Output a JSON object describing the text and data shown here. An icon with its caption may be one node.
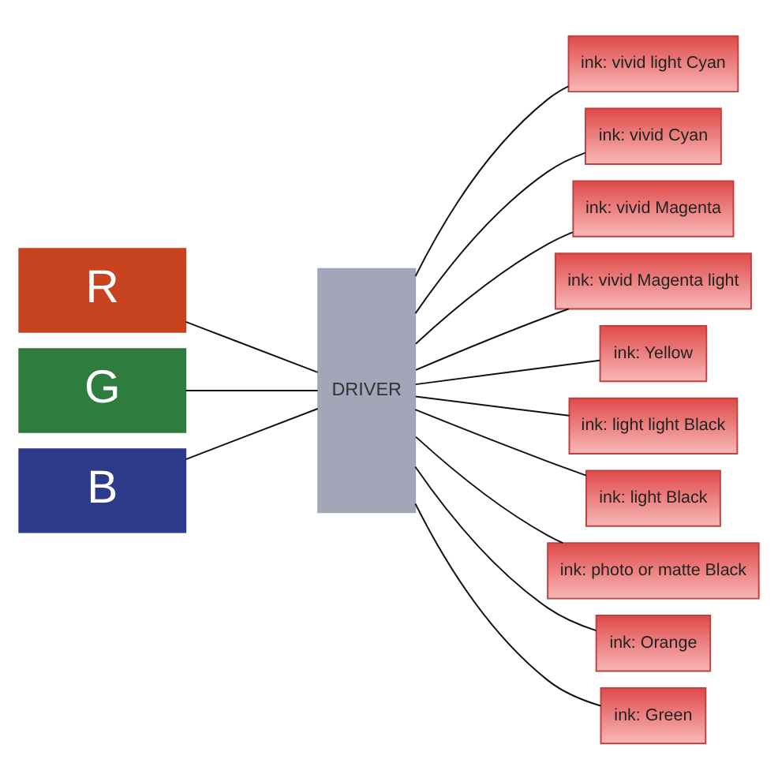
{
  "diagram": {
    "nodes": [
      {
        "text": [
          "R"
        ]
      },
      {
        "text": [
          "G"
        ]
      },
      {
        "text": [
          "B"
        ]
      },
      {
        "text": [
          "DRIVER"
        ]
      },
      {
        "text": [
          "ink: vivid light Cyan"
        ]
      },
      {
        "text": [
          "ink: vivid Cyan"
        ]
      },
      {
        "text": [
          "ink: vivid Magenta"
        ]
      },
      {
        "text": [
          "ink: vivid Magenta light"
        ]
      },
      {
        "text": [
          "ink: Yellow"
        ]
      },
      {
        "text": [
          "ink: light light Black"
        ]
      },
      {
        "text": [
          "ink: light Black"
        ]
      },
      {
        "text": [
          "ink: photo or matte Black"
        ]
      },
      {
        "text": [
          "ink: Orange"
        ]
      },
      {
        "text": [
          "ink: Green"
        ]
      }
    ],
    "edges": [
      {
        "from": 0,
        "to": 3,
        "arrow": "none"
      },
      {
        "from": 1,
        "to": 3,
        "arrow": "none"
      },
      {
        "from": 2,
        "to": 3,
        "arrow": "none"
      },
      {
        "from": 3,
        "to": 4,
        "arrow": "none"
      },
      {
        "from": 3,
        "to": 5,
        "arrow": "none"
      },
      {
        "from": 3,
        "to": 6,
        "arrow": "none"
      },
      {
        "from": 3,
        "to": 7,
        "arrow": "none"
      },
      {
        "from": 3,
        "to": 8,
        "arrow": "none"
      },
      {
        "from": 3,
        "to": 9,
        "arrow": "none"
      },
      {
        "from": 3,
        "to": 10,
        "arrow": "none"
      },
      {
        "from": 3,
        "to": 11,
        "arrow": "none"
      },
      {
        "from": 3,
        "to": 12,
        "arrow": "none"
      },
      {
        "from": 3,
        "to": 13,
        "arrow": "none"
      }
    ]
  }
}
